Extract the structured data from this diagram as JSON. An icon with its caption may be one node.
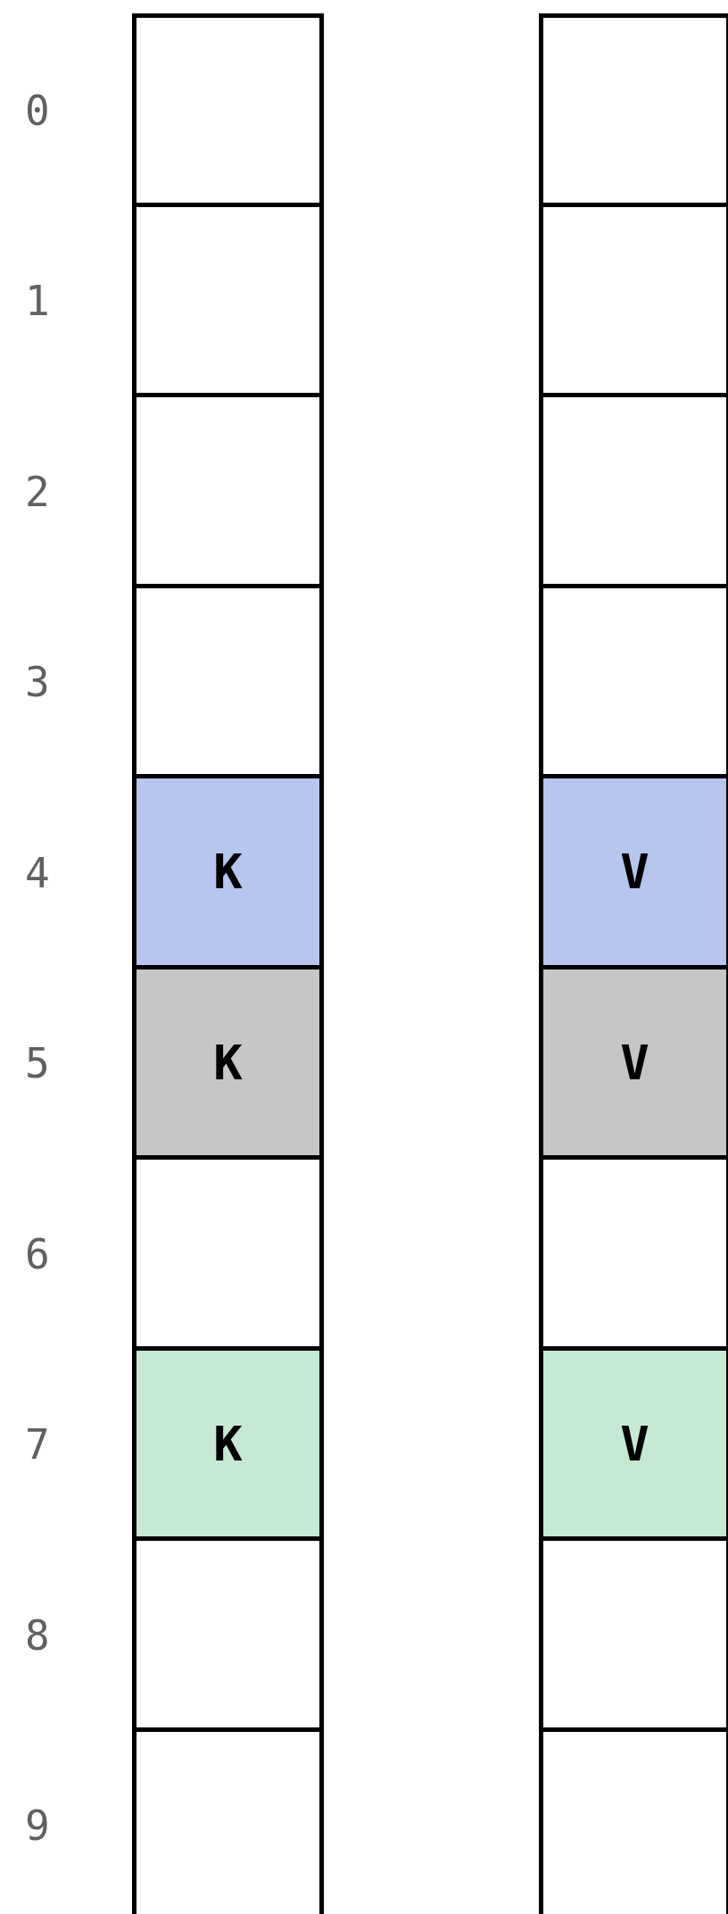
{
  "diagram": {
    "nodes": [
      {
        "text": [],
        "shape": "box"
      },
      {
        "text": [],
        "shape": "box"
      },
      {
        "text": [],
        "shape": "box"
      },
      {
        "text": [],
        "shape": "box"
      },
      {
        "text": [],
        "shape": "box"
      },
      {
        "text": [],
        "shape": "box"
      },
      {
        "text": [],
        "shape": "box"
      },
      {
        "text": [],
        "shape": "box"
      },
      {
        "text": [
          "K"
        ]
      },
      {
        "text": [
          "V"
        ]
      },
      {
        "text": [
          "K"
        ]
      },
      {
        "text": [
          "V"
        ]
      },
      {
        "text": [],
        "shape": "box"
      },
      {
        "text": [],
        "shape": "box"
      },
      {
        "text": [
          "K"
        ]
      },
      {
        "text": [
          "V"
        ]
      },
      {
        "text": [],
        "shape": "box"
      },
      {
        "text": [],
        "shape": "box"
      },
      {
        "text": [],
        "shape": "box"
      },
      {
        "text": [],
        "shape": "box"
      }
    ],
    "labels": [
      "0",
      "1",
      "2",
      "3",
      "4",
      "5",
      "6",
      "7",
      "8",
      "9"
    ]
  }
}
